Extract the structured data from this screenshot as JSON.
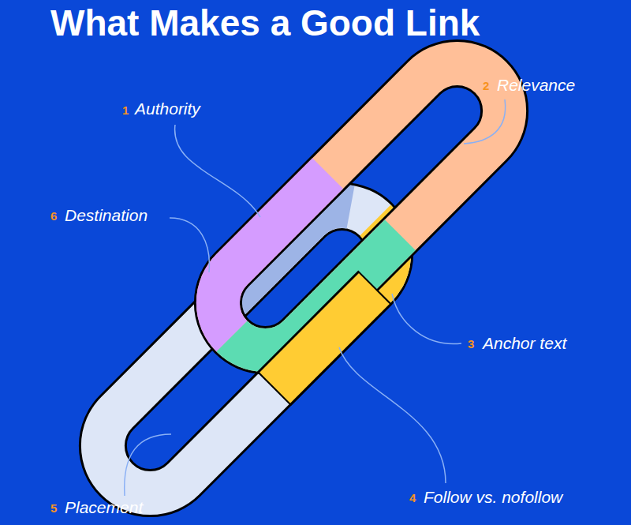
{
  "diagram": {
    "title": "What Makes a Good Link",
    "labels": [
      "1",
      "Authority",
      "2",
      "Relevance",
      "3",
      "Anchor text",
      "4",
      "Follow vs. nofollow",
      "5",
      "Placement",
      "6",
      "Destination"
    ]
  }
}
